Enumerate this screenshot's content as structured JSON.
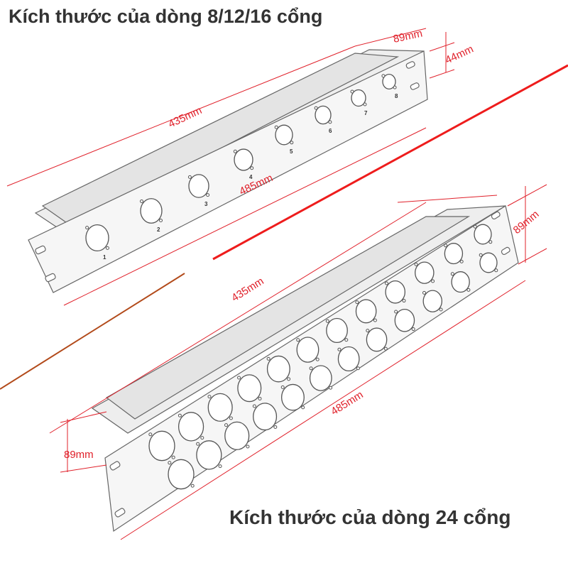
{
  "titles": {
    "top": "Kích thước của dòng 8/12/16 cổng",
    "bottom": "Kích thước của dòng 24 cổng"
  },
  "top_panel": {
    "depth": "89mm",
    "height": "44mm",
    "inner_width": "435mm",
    "outer_width": "485mm",
    "port_numbers": [
      "1",
      "2",
      "3",
      "4",
      "5",
      "6",
      "7",
      "8"
    ]
  },
  "bottom_panel": {
    "depth_top": "89mm",
    "depth_left": "89mm",
    "inner_width": "435mm",
    "outer_width": "485mm",
    "port_count": 24
  },
  "colors": {
    "dimension": "#e0202a",
    "outline": "#555555",
    "title": "#333333"
  }
}
